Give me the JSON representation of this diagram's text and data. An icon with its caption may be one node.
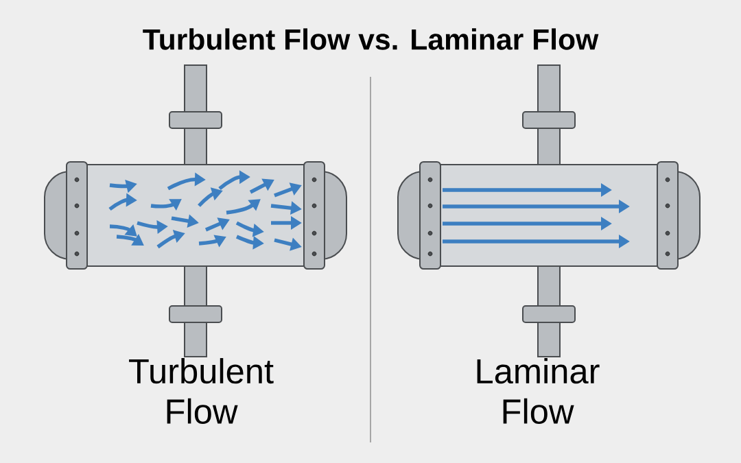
{
  "diagram": {
    "title": "Turbulent Flow vs. Laminar Flow",
    "labels": [
      "Turbulent Flow",
      "Laminar Flow"
    ]
  }
}
